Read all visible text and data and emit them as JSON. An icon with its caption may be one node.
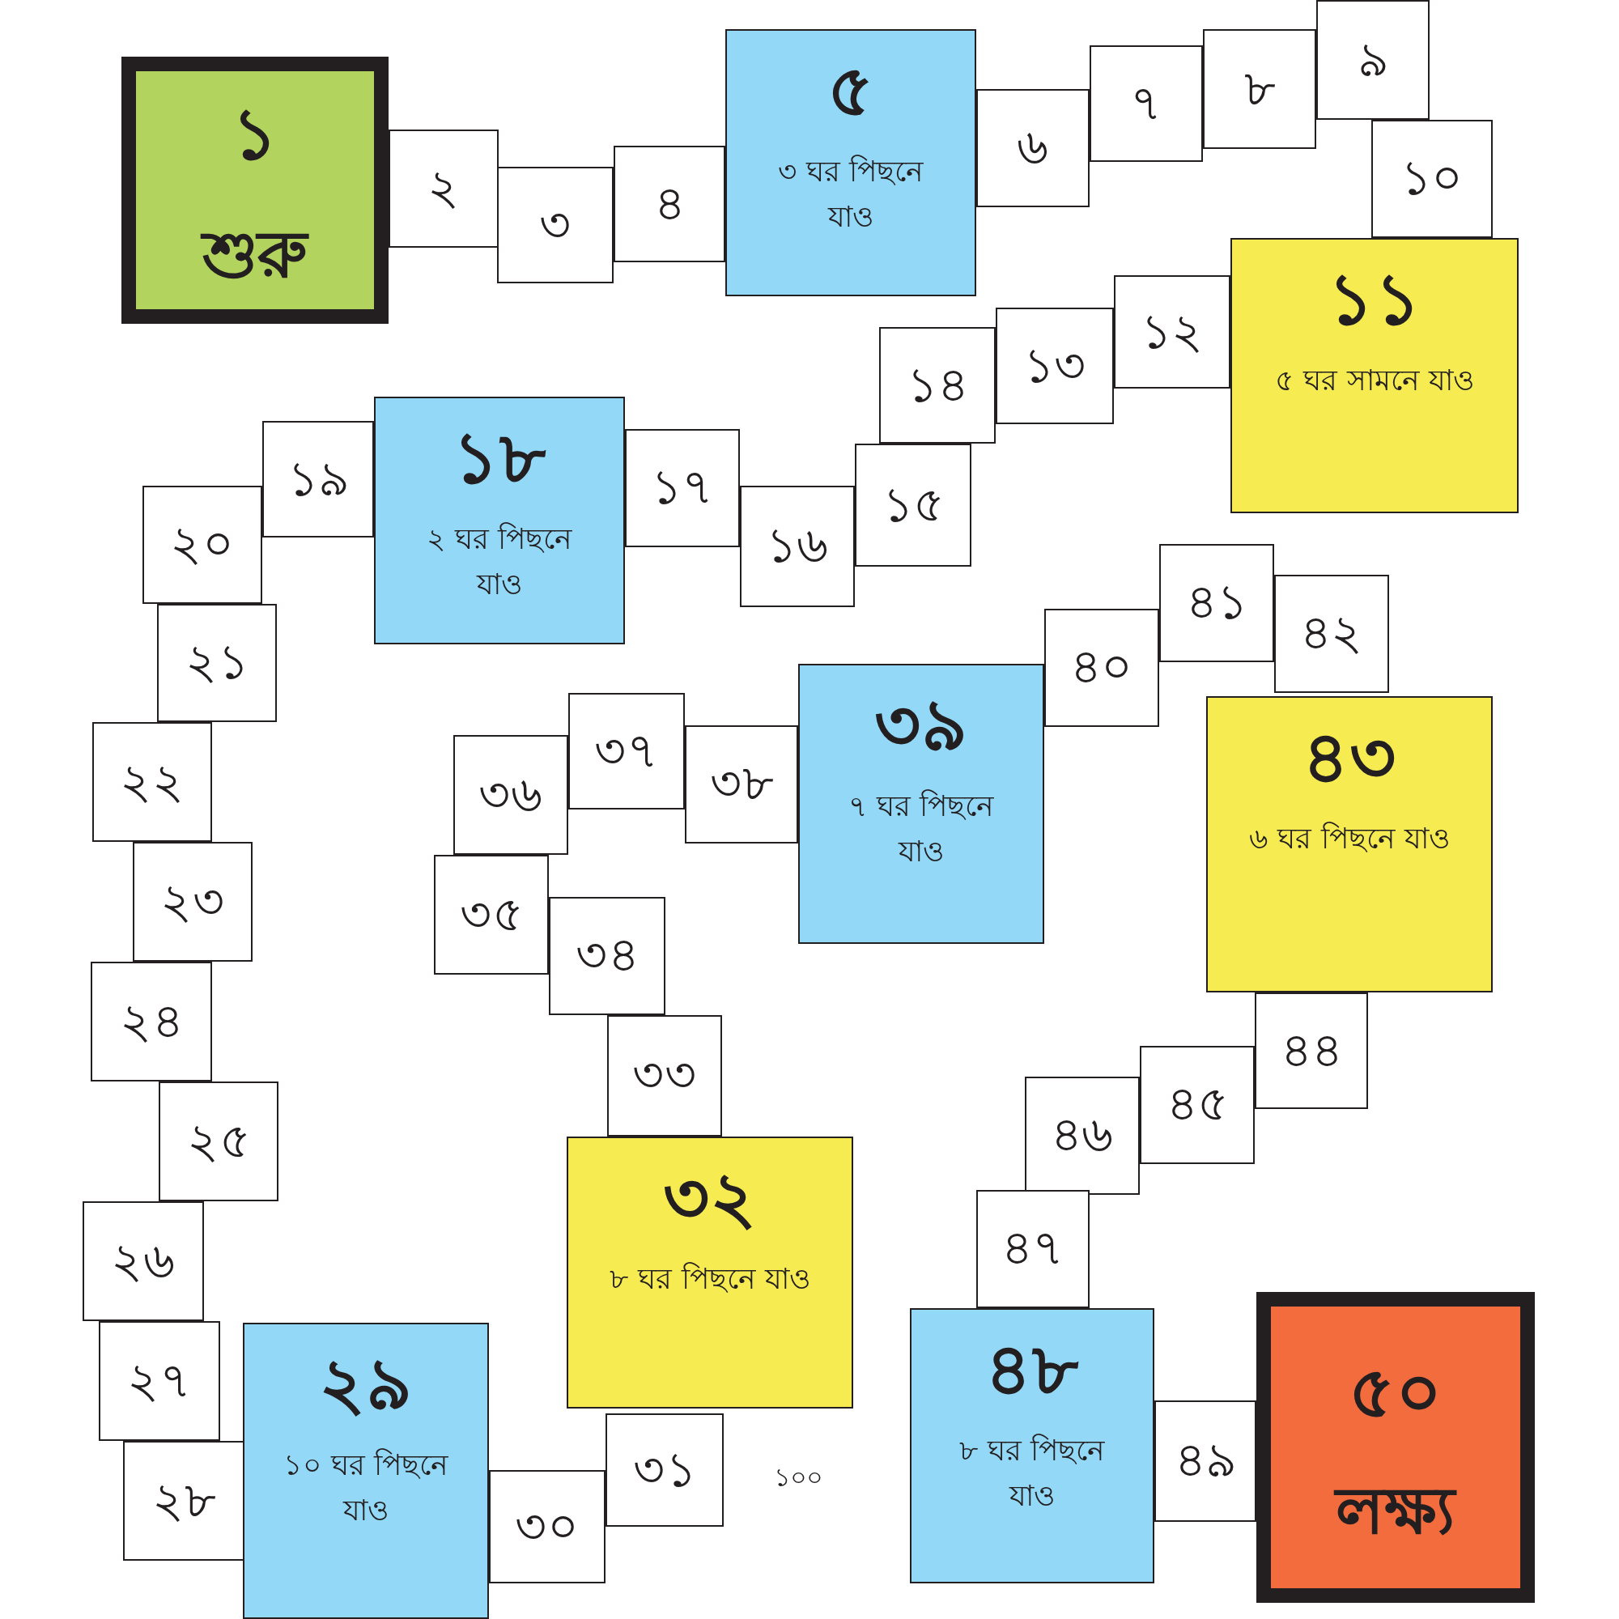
{
  "diagram": {
    "nodes": [
      {
        "text": [
          "১",
          "শুরু"
        ]
      },
      {
        "text": [
          "২"
        ]
      },
      {
        "text": [
          "৩"
        ]
      },
      {
        "text": [
          "৪"
        ]
      },
      {
        "text": [
          "৫",
          "৩ ঘর পিছনে যাও"
        ]
      },
      {
        "text": [
          "৬"
        ]
      },
      {
        "text": [
          "৭"
        ]
      },
      {
        "text": [
          "৮"
        ]
      },
      {
        "text": [
          "৯"
        ]
      },
      {
        "text": [
          "১০"
        ]
      },
      {
        "text": [
          "১১",
          "৫ ঘর সামনে যাও"
        ]
      },
      {
        "text": [
          "১২"
        ]
      },
      {
        "text": [
          "১৩"
        ]
      },
      {
        "text": [
          "১৪"
        ]
      },
      {
        "text": [
          "১৫"
        ]
      },
      {
        "text": [
          "১৬"
        ]
      },
      {
        "text": [
          "১৭"
        ]
      },
      {
        "text": [
          "১৮",
          "২ ঘর পিছনে যাও"
        ]
      },
      {
        "text": [
          "১৯"
        ]
      },
      {
        "text": [
          "২০"
        ]
      },
      {
        "text": [
          "২১"
        ]
      },
      {
        "text": [
          "২২"
        ]
      },
      {
        "text": [
          "২৩"
        ]
      },
      {
        "text": [
          "২৪"
        ]
      },
      {
        "text": [
          "২৫"
        ]
      },
      {
        "text": [
          "২৬"
        ]
      },
      {
        "text": [
          "২৭"
        ]
      },
      {
        "text": [
          "২৮"
        ]
      },
      {
        "text": [
          "২৯",
          "১০ ঘর পিছনে যাও"
        ]
      },
      {
        "text": [
          "৩০"
        ]
      },
      {
        "text": [
          "৩১"
        ]
      },
      {
        "text": [
          "৩২",
          "৮ ঘর পিছনে যাও"
        ]
      },
      {
        "text": [
          "৩৩"
        ]
      },
      {
        "text": [
          "৩৪"
        ]
      },
      {
        "text": [
          "৩৫"
        ]
      },
      {
        "text": [
          "৩৬"
        ]
      },
      {
        "text": [
          "৩৭"
        ]
      },
      {
        "text": [
          "৩৮"
        ]
      },
      {
        "text": [
          "৩৯",
          "৭ ঘর পিছনে যাও"
        ]
      },
      {
        "text": [
          "৪০"
        ]
      },
      {
        "text": [
          "৪১"
        ]
      },
      {
        "text": [
          "৪২"
        ]
      },
      {
        "text": [
          "৪৩",
          "৬ ঘর পিছনে যাও"
        ]
      },
      {
        "text": [
          "৪৪"
        ]
      },
      {
        "text": [
          "৪৫"
        ]
      },
      {
        "text": [
          "৪৬"
        ]
      },
      {
        "text": [
          "৪৭"
        ]
      },
      {
        "text": [
          "৪৮",
          "৮ ঘর পিছনে যাও"
        ]
      },
      {
        "text": [
          "৪৯"
        ]
      },
      {
        "text": [
          "৫০",
          "লক্ষ্য"
        ]
      }
    ],
    "labels": [
      "১০০"
    ]
  }
}
